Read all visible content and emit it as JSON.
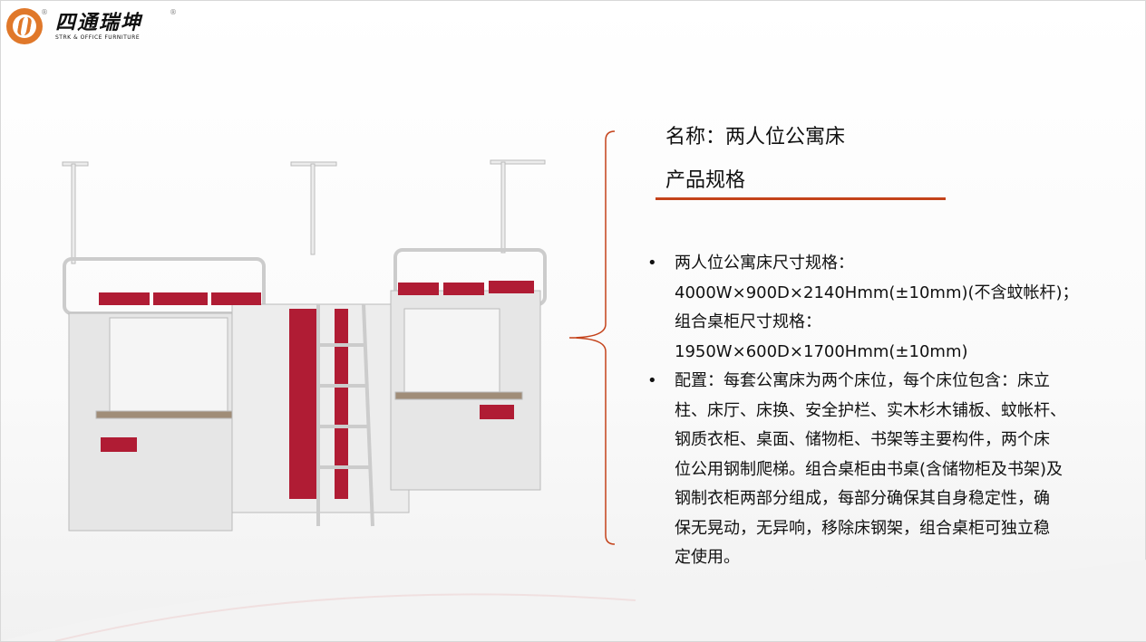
{
  "logo": {
    "cn": "四通瑞坤",
    "en": "STRK & OFFICE FURNITURE",
    "reg": "®"
  },
  "title": "名称：两人位公寓床",
  "subtitle": "产品规格",
  "bullets": [
    {
      "lines": [
        "两人位公寓床尺寸规格：",
        "4000W×900D×2140Hmm(±10mm)(不含蚊帐杆)；",
        "组合桌柜尺寸规格：",
        "1950W×600D×1700Hmm(±10mm)"
      ]
    },
    {
      "lines": [
        "配置：每套公寓床为两个床位，每个床位包含：床立",
        "柱、床厅、床换、安全护栏、实木杉木铺板、蚊帐杆、",
        "钢质衣柜、桌面、储物柜、书架等主要构件，两个床",
        "位公用钢制爬梯。组合桌柜由书桌(含储物柜及书架)及",
        "钢制衣柜两部分组成，每部分确保其自身稳定性，确",
        "保无晃动，无异响，移除床钢架，组合桌柜可独立稳",
        "定使用。"
      ]
    }
  ],
  "colors": {
    "accent": "#c4421a",
    "brand": "#e0782a",
    "product_red": "#b01c34"
  }
}
